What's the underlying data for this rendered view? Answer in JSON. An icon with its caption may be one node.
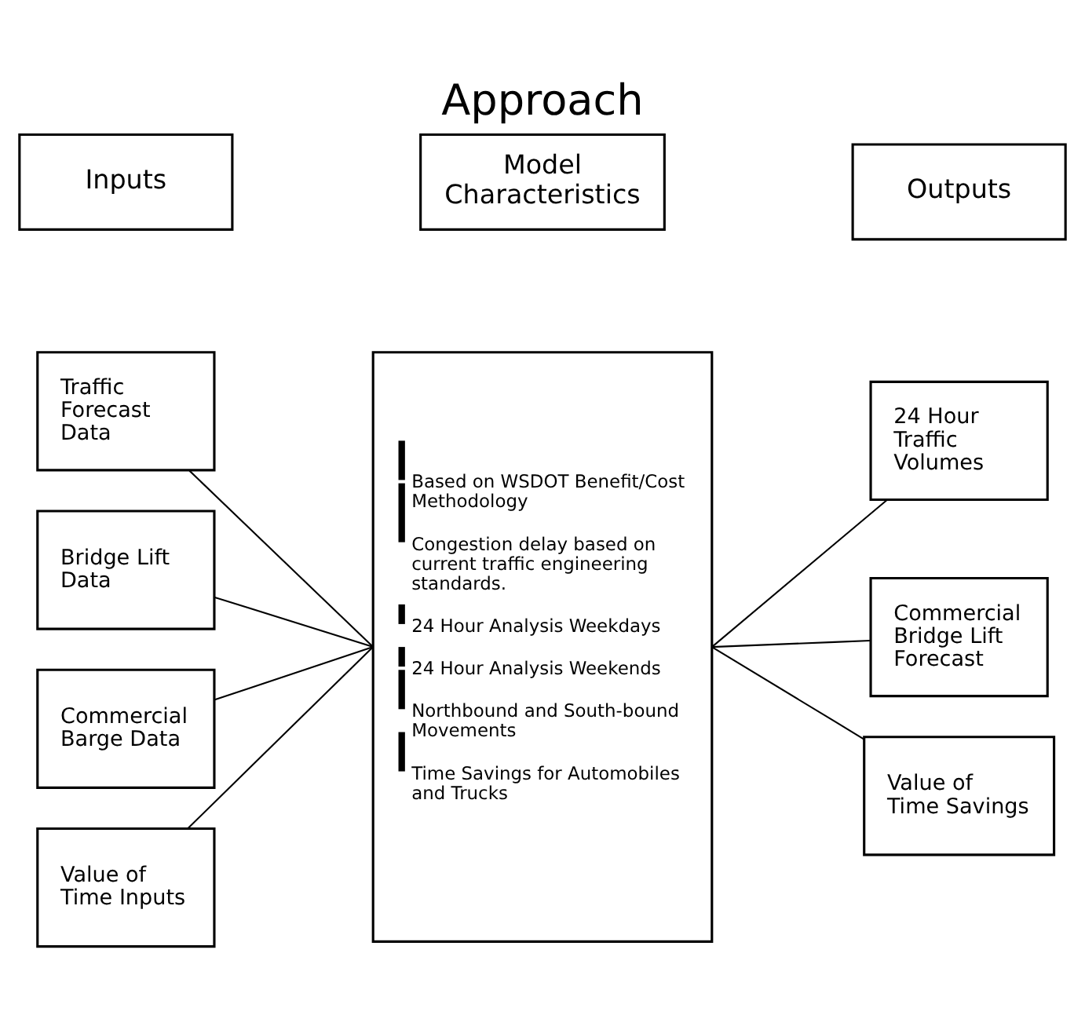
{
  "diagram": {
    "title": "Approach",
    "nodes": [
      {
        "text": [
          "Inputs"
        ]
      },
      {
        "text": [
          "Model Characteristics"
        ]
      },
      {
        "text": [
          "Outputs"
        ]
      },
      {
        "text": [
          "Traffic Forecast Data"
        ]
      },
      {
        "text": [
          "Bridge Lift Data"
        ]
      },
      {
        "text": [
          "Commercial Barge Data"
        ]
      },
      {
        "text": [
          "Value of Time Inputs"
        ]
      },
      {
        "text": [
          "Based on WSDOT Benefit/Cost Methodology",
          "Congestion delay based on current traffic engineering standards.",
          "24 Hour Analysis Weekdays",
          "24 Hour Analysis Weekends",
          "Northbound and South-bound Movements",
          "Time Savings for Automobiles and Trucks"
        ]
      },
      {
        "text": [
          "24 Hour Traffic Volumes"
        ]
      },
      {
        "text": [
          "Commercial Bridge Lift Forecast"
        ]
      },
      {
        "text": [
          "Value of Time Savings"
        ]
      }
    ],
    "edges": [
      {
        "from": 3,
        "to": 7,
        "arrow": "none"
      },
      {
        "from": 4,
        "to": 7,
        "arrow": "none"
      },
      {
        "from": 5,
        "to": 7,
        "arrow": "none"
      },
      {
        "from": 6,
        "to": 7,
        "arrow": "none"
      },
      {
        "from": 7,
        "to": 8,
        "arrow": "none"
      },
      {
        "from": 7,
        "to": 9,
        "arrow": "none"
      },
      {
        "from": 7,
        "to": 10,
        "arrow": "none"
      }
    ]
  }
}
